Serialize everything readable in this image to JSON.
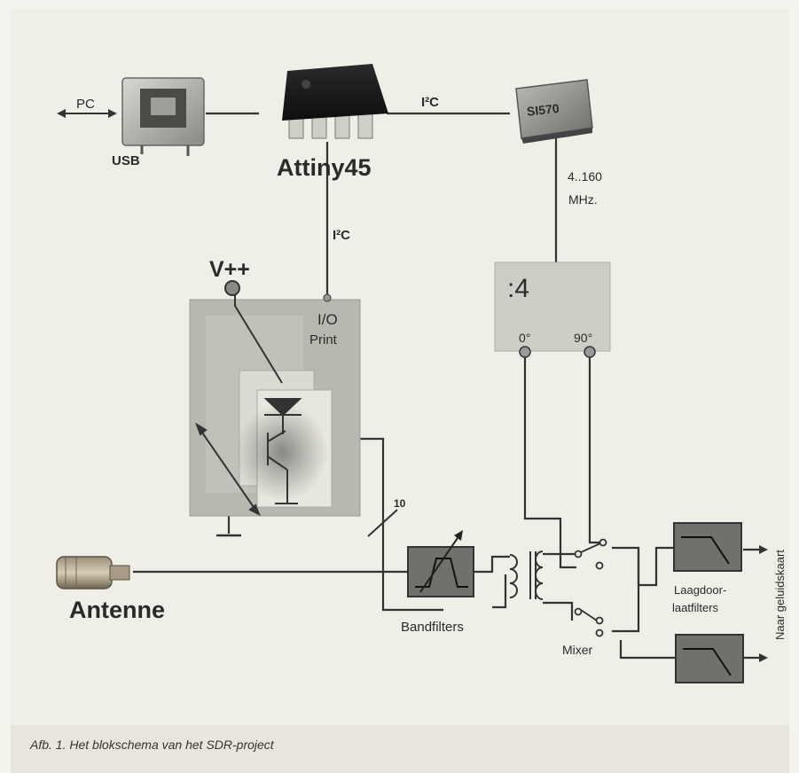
{
  "labels": {
    "pc": "PC",
    "usb": "USB",
    "attiny": "Attiny45",
    "i2c_top": "I²C",
    "si570": "SI570",
    "freq_line1": "4..160",
    "freq_line2": "MHz.",
    "i2c_mid": "I²C",
    "vpp": "V++",
    "io_line1": "I/O",
    "io_line2": "Print",
    "divider": ":4",
    "phase0": "0°",
    "phase90": "90°",
    "bus_count": "10",
    "antenne": "Antenne",
    "bandfilters": "Bandfilters",
    "mixer": "Mixer",
    "lowpass_line1": "Laagdoor-",
    "lowpass_line2": "laatfilters",
    "soundcard": "Naar geluidskaart"
  },
  "caption": "Afb. 1. Het blokschema van het SDR-project",
  "colors": {
    "background": "#efeee7",
    "caption_bar": "#e7e5dc",
    "io_board": "#b9b8b0",
    "divider_box": "#cfcec6",
    "filter_block": "#6f716c",
    "wire": "#333333"
  }
}
